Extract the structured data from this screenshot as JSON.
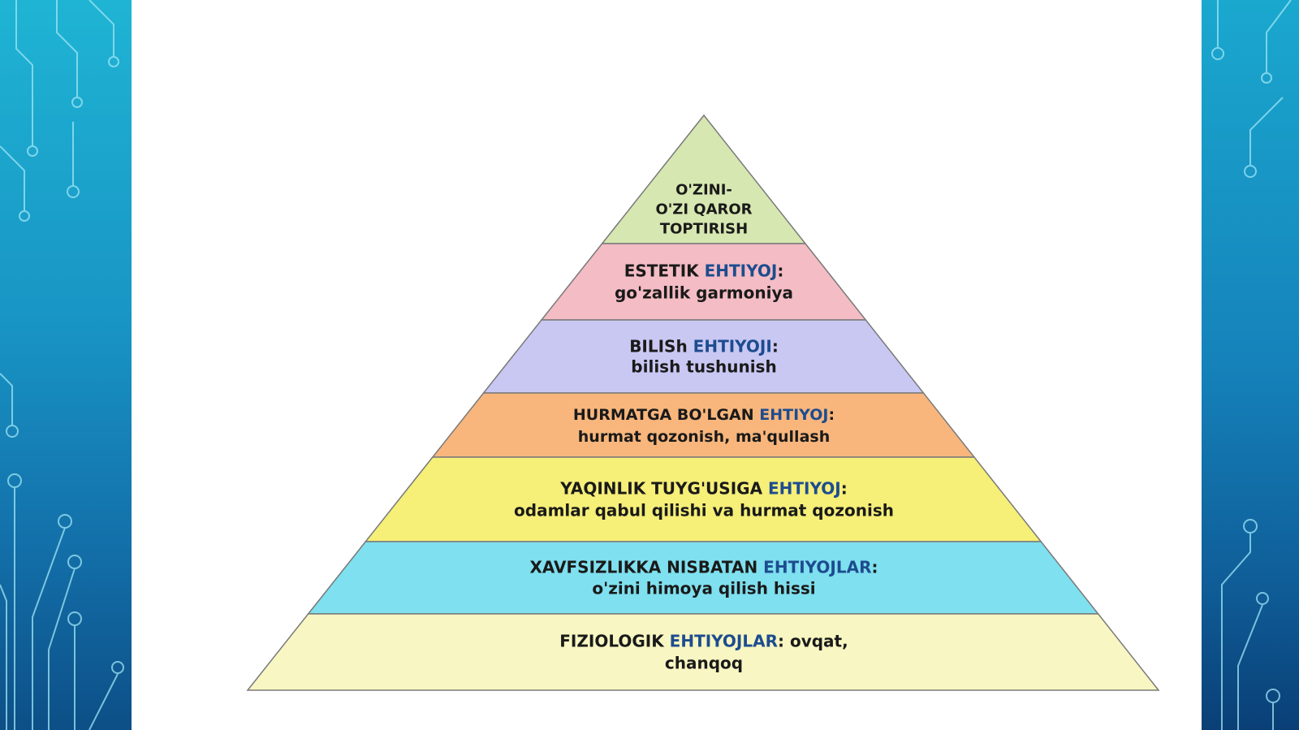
{
  "colors": {
    "tier_top": "#d6e7b1",
    "tier_estetik": "#f4bcc4",
    "tier_bilish": "#c9c8f3",
    "tier_hurmat": "#f8b67c",
    "tier_yaqinlik": "#f6ef78",
    "tier_xavfsizlik": "#7fe0ef",
    "tier_fiziologik": "#f8f6c2",
    "text_main": "#1a1a1a",
    "text_accent": "#1d4c8f"
  },
  "pyramid": {
    "tiers": [
      {
        "lines": [
          [
            {
              "t": "O'ZINI-"
            }
          ],
          [
            {
              "t": "O'ZI QAROR"
            }
          ],
          [
            {
              "t": "TOPTIRISH"
            }
          ]
        ]
      },
      {
        "lines": [
          [
            {
              "t": "ESTETIK "
            },
            {
              "t": "EHTIYOJ",
              "accent": true
            },
            {
              "t": ":"
            }
          ],
          [
            {
              "t": "go'zallik garmoniya"
            }
          ]
        ]
      },
      {
        "lines": [
          [
            {
              "t": "BILISh "
            },
            {
              "t": "EHTIYOJI",
              "accent": true
            },
            {
              "t": ":"
            }
          ],
          [
            {
              "t": "bilish tushunish"
            }
          ]
        ]
      },
      {
        "lines": [
          [
            {
              "t": "HURMATGA BO'LGAN "
            },
            {
              "t": "EHTIYOJ",
              "accent": true
            },
            {
              "t": ":"
            }
          ],
          [
            {
              "t": "hurmat qozonish, ma'qullash"
            }
          ]
        ]
      },
      {
        "lines": [
          [
            {
              "t": "YAQINLIK TUYG'USIGA "
            },
            {
              "t": "EHTIYOJ",
              "accent": true
            },
            {
              "t": ":"
            }
          ],
          [
            {
              "t": "odamlar qabul qilishi va hurmat qozonish"
            }
          ]
        ]
      },
      {
        "lines": [
          [
            {
              "t": "XAVFSIZLIKKA NISBATAN "
            },
            {
              "t": "EHTIYOJLAR",
              "accent": true
            },
            {
              "t": ":"
            }
          ],
          [
            {
              "t": "o'zini himoya qilish hissi"
            }
          ]
        ]
      },
      {
        "lines": [
          [
            {
              "t": "FIZIOLOGIK "
            },
            {
              "t": "EHTIYOJLAR",
              "accent": true
            },
            {
              "t": ": ovqat,"
            }
          ],
          [
            {
              "t": "chanqoq"
            }
          ]
        ]
      }
    ]
  }
}
